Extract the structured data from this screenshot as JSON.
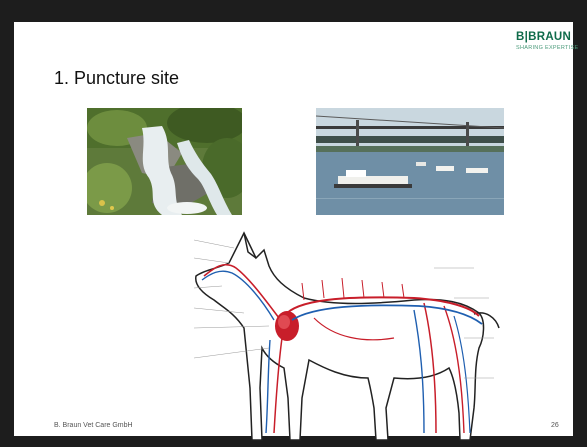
{
  "brand": {
    "name": "B|BRAUN",
    "tagline": "SHARING EXPERTISE"
  },
  "slide": {
    "title": "1. Puncture site"
  },
  "footer": {
    "company": "B. Braun Vet Care GmbH",
    "page": "26"
  },
  "colors": {
    "brand_green": "#0f6b4a",
    "artery_red": "#c81e2a",
    "vein_blue": "#1f5fb0"
  },
  "images": [
    {
      "name": "waterfall-photo"
    },
    {
      "name": "river-bridge-photo"
    },
    {
      "name": "dog-circulatory-anatomy-diagram"
    }
  ]
}
